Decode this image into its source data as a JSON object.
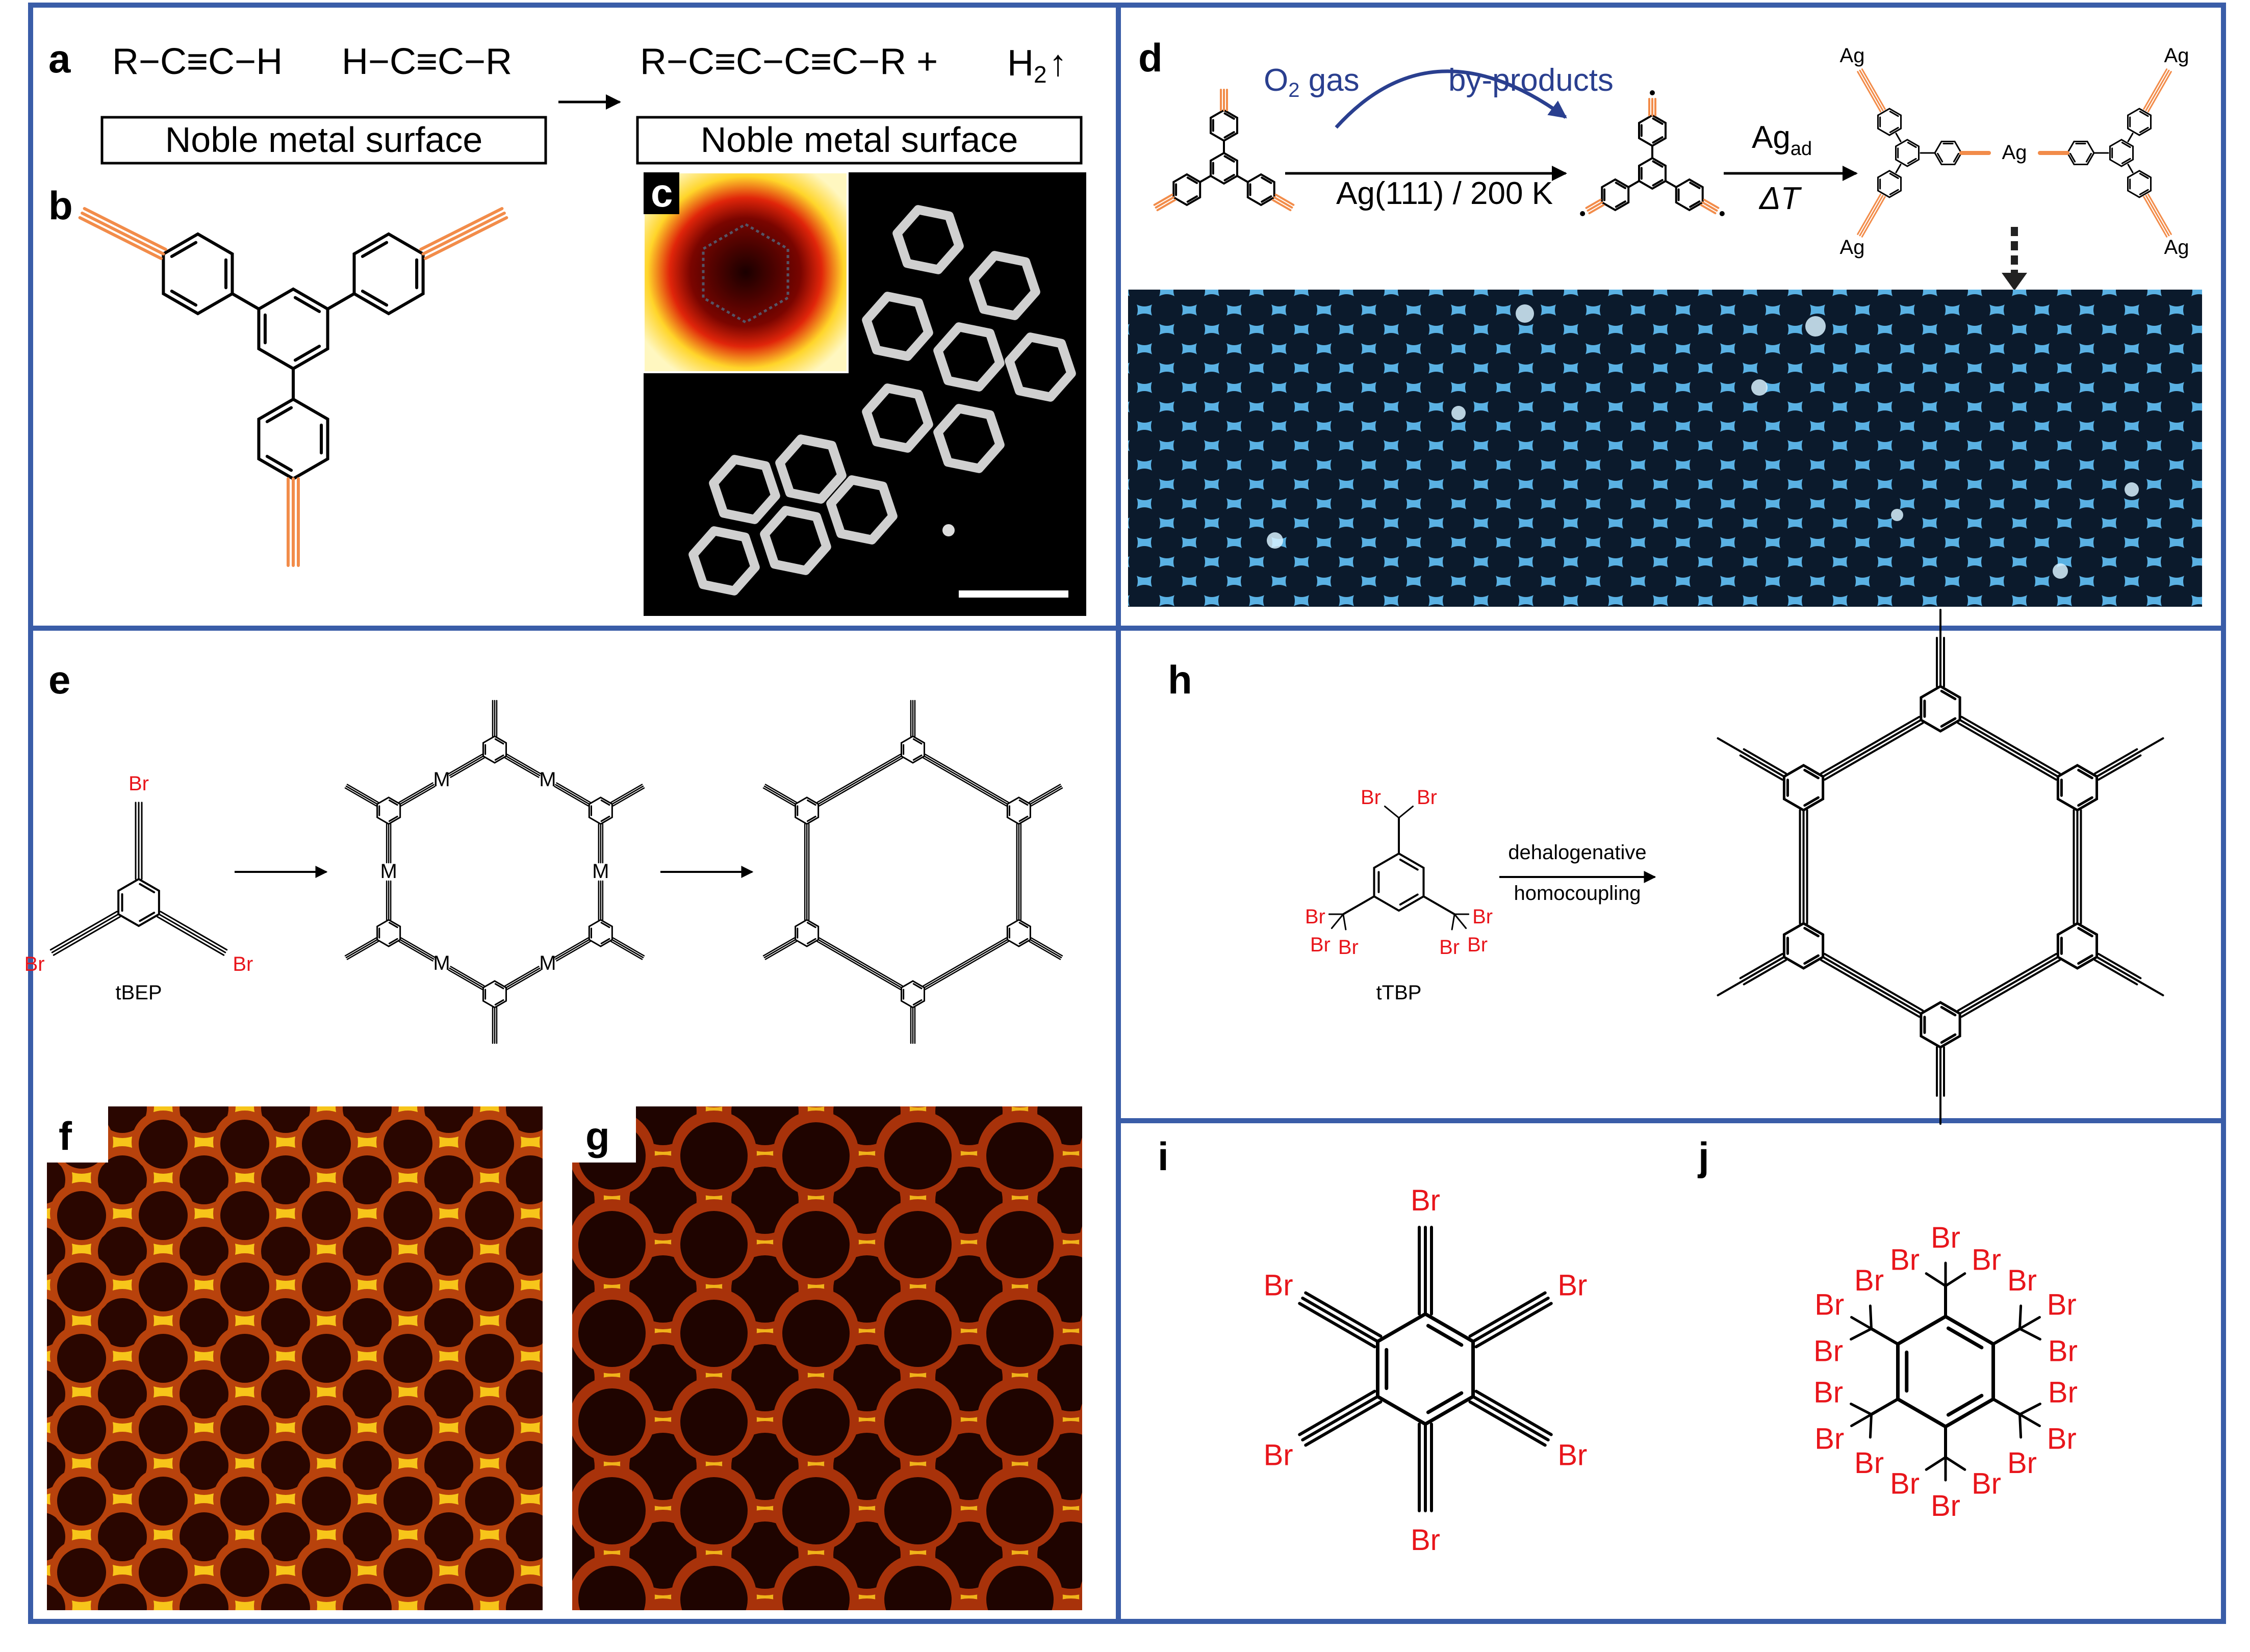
{
  "colors": {
    "frame": "#3a5da8",
    "bromine": "#e8151b",
    "alkyne": "#f28c4a",
    "arrow_blue": "#2a3f8f",
    "stm_blue": "#5ab1e3"
  },
  "panel_a": {
    "label": "a",
    "reactant_1": "R−C≡C−H",
    "reactant_2": "H−C≡C−R",
    "product": "R−C≡C−C≡C−R +",
    "h2": "H",
    "h2_sub": "2",
    "h2_arrow": "↑",
    "surface_left": "Noble metal surface",
    "surface_right": "Noble metal surface"
  },
  "panel_b": {
    "label": "b"
  },
  "panel_c": {
    "label": "c"
  },
  "panel_d": {
    "label": "d",
    "o2": "O",
    "o2_sub": "2",
    "o2_rest": " gas",
    "byproducts": "by-products",
    "condition": "Ag(111) / 200 K",
    "ag_ad": "Ag",
    "ag_ad_sub": "ad",
    "delta_t": "ΔT",
    "ag_atom": "Ag"
  },
  "panel_e": {
    "label": "e",
    "precursor": "tBEP",
    "br": "Br",
    "metal": "M"
  },
  "panel_f": {
    "label": "f"
  },
  "panel_g": {
    "label": "g"
  },
  "panel_h": {
    "label": "h",
    "precursor": "tTBP",
    "arrow_top": "dehalogenative",
    "arrow_bottom": "homocoupling",
    "br": "Br"
  },
  "panel_i": {
    "label": "i",
    "br": "Br"
  },
  "panel_j": {
    "label": "j",
    "br": "Br"
  }
}
